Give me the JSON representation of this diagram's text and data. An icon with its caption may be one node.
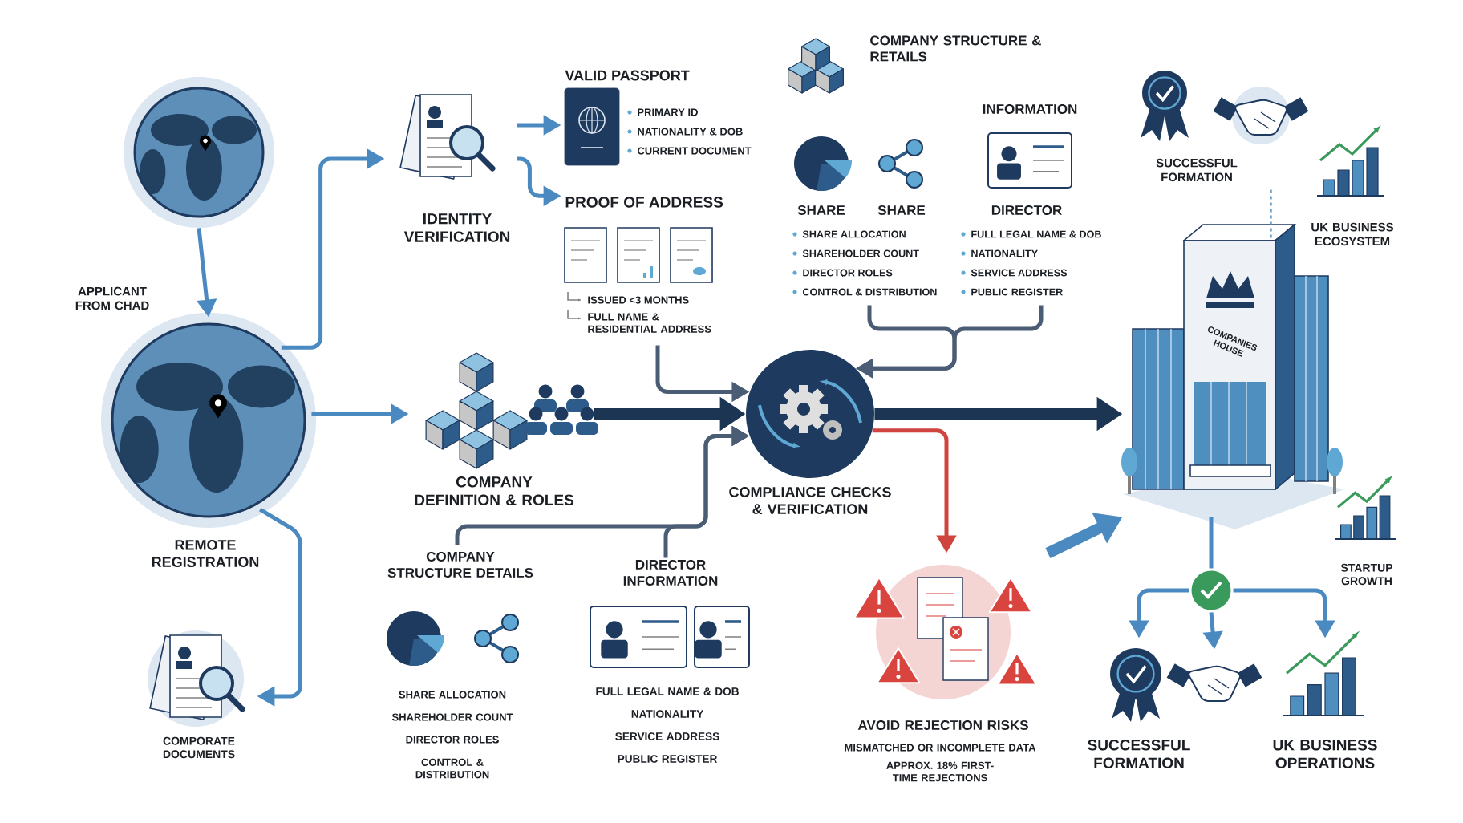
{
  "diagram": {
    "nodes": [
      {
        "text": [],
        "shape": "picture"
      },
      {
        "text": [
          "REMOTE REGISTRATION"
        ],
        "beside": [
          "APPLICANT FROM CHAD"
        ]
      },
      {
        "text": [
          "IDENTITY VERIFICATION"
        ]
      },
      {
        "text": [
          "VALID PASSPORT",
          "PRIMARY ID",
          "NATIONALITY & DOB",
          "CURRENT DOCUMENT"
        ]
      },
      {
        "text": [
          "PROOF OF ADDRESS",
          "ISSUED <3 MONTHS",
          "FULL NAME & RESIDENTIAL ADDRESS"
        ]
      },
      {
        "text": [
          "COMPANY DEFINITION & ROLES"
        ]
      },
      {
        "text": [
          "COMPANY STRUCTURE & RETAILS",
          "SHARE",
          "SHARE",
          "SHARE ALLOCATION",
          "SHAREHOLDER COUNT",
          "DIRECTOR ROLES",
          "CONTROL & DISTRIBUTION"
        ]
      },
      {
        "text": [
          "INFORMATION",
          "DIRECTOR",
          "FULL LEGAL NAME & DOB",
          "NATIONALITY",
          "SERVICE ADDRESS",
          "PUBLIC REGISTER"
        ]
      },
      {
        "text": [
          "COMPLIANCE CHECKS & VERIFICATION"
        ]
      },
      {
        "text": [
          "COMPANIES HOUSE"
        ]
      },
      {
        "text": [
          "SUCCESSFUL FORMATION"
        ]
      },
      {
        "text": [
          "UK BUSINESS ECOSYSTEM"
        ]
      },
      {
        "text": [
          "COMPANY STRUCTURE DETAILS",
          "SHARE ALLOCATION",
          "SHAREHOLDER COUNT",
          "DIRECTOR ROLES",
          "CONTROL & DISTRIBUTION"
        ]
      },
      {
        "text": [
          "DIRECTOR INFORMATION",
          "FULL LEGAL NAME & DOB",
          "NATIONALITY",
          "SERVICE ADDRESS",
          "PUBLIC REGISTER"
        ]
      },
      {
        "text": [
          "AVOID REJECTION RISKS",
          "MISMATCHED OR INCOMPLETE DATA",
          "APPROX. 18% FIRST-TIME REJECTIONS"
        ]
      },
      {
        "text": [
          "COMPORATE DOCUMENTS"
        ]
      },
      {
        "text": [
          "STARTUP GROWTH"
        ]
      },
      {
        "text": [],
        "shape": "circle"
      },
      {
        "text": [
          "SUCCESSFUL FORMATION"
        ]
      },
      {
        "text": [],
        "shape": "picture"
      },
      {
        "text": [
          "UK BUSINESS OPERATIONS"
        ]
      }
    ],
    "edges": [
      {
        "from": 0,
        "to": 1,
        "arrow": "to"
      },
      {
        "from": 1,
        "to": 2,
        "arrow": "to"
      },
      {
        "from": 1,
        "to": 5,
        "arrow": "to"
      },
      {
        "from": 1,
        "to": 15,
        "arrow": "to"
      },
      {
        "from": 2,
        "to": 3,
        "arrow": "to"
      },
      {
        "from": 2,
        "to": 4,
        "arrow": "to"
      },
      {
        "from": 4,
        "to": 8,
        "arrow": "to",
        "color": "#4a5d75"
      },
      {
        "from": 5,
        "to": 8,
        "arrow": "to",
        "style": "thick",
        "color": "#1c3553"
      },
      {
        "from": 6,
        "to": 8,
        "arrow": "to",
        "color": "#4a5d75"
      },
      {
        "from": 7,
        "to": 8,
        "arrow": "to",
        "color": "#4a5d75"
      },
      {
        "from": 12,
        "to": 8,
        "arrow": "to",
        "color": "#4a5d75"
      },
      {
        "from": 13,
        "to": 8,
        "arrow": "to",
        "color": "#4a5d75"
      },
      {
        "from": 8,
        "to": 9,
        "arrow": "to",
        "style": "thick",
        "color": "#1c3553"
      },
      {
        "from": 8,
        "to": 14,
        "arrow": "to",
        "color": "#d0443f"
      },
      {
        "from": 14,
        "to": 9,
        "arrow": "to",
        "style": "thick"
      },
      {
        "from": 9,
        "to": 17,
        "arrow": "none"
      },
      {
        "from": 17,
        "to": 18,
        "arrow": "to"
      },
      {
        "from": 17,
        "to": 19,
        "arrow": "to"
      },
      {
        "from": 17,
        "to": 20,
        "arrow": "to"
      },
      {
        "from": 10,
        "to": 9,
        "arrow": "none",
        "style": "dashed"
      }
    ]
  }
}
